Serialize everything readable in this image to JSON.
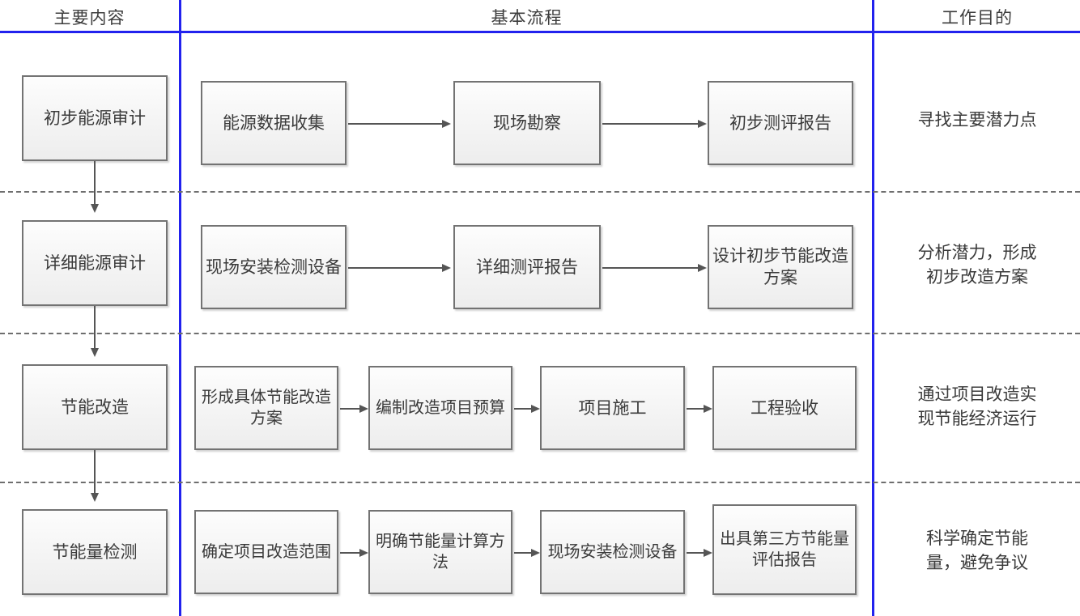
{
  "colors": {
    "divider_blue": "#2222ee",
    "box_border": "#737373",
    "connector": "#555555",
    "dashed_divider": "#6e6e6e",
    "text": "#3a3a3a"
  },
  "headers": {
    "left": "主要内容",
    "middle": "基本流程",
    "right": "工作目的"
  },
  "rows": [
    {
      "stage": "初步能源审计",
      "steps": [
        "能源数据收集",
        "现场勘察",
        "初步测评报告"
      ],
      "purpose": "寻找主要潜力点"
    },
    {
      "stage": "详细能源审计",
      "steps": [
        "现场安装检测设备",
        "详细测评报告",
        "设计初步节能改造方案"
      ],
      "purpose": "分析潜力，形成初步改造方案"
    },
    {
      "stage": "节能改造",
      "steps": [
        "形成具体节能改造方案",
        "编制改造项目预算",
        "项目施工",
        "工程验收"
      ],
      "purpose": "通过项目改造实现节能经济运行"
    },
    {
      "stage": "节能量检测",
      "steps": [
        "确定项目改造范围",
        "明确节能量计算方法",
        "现场安装检测设备",
        "出具第三方节能量评估报告"
      ],
      "purpose": "科学确定节能量，避免争议"
    }
  ],
  "purpose_lines": [
    [
      "寻找主要潜力点"
    ],
    [
      "分析潜力，形成",
      "初步改造方案"
    ],
    [
      "通过项目改造实",
      "现节能经济运行"
    ],
    [
      "科学确定节能",
      "量，避免争议"
    ]
  ]
}
